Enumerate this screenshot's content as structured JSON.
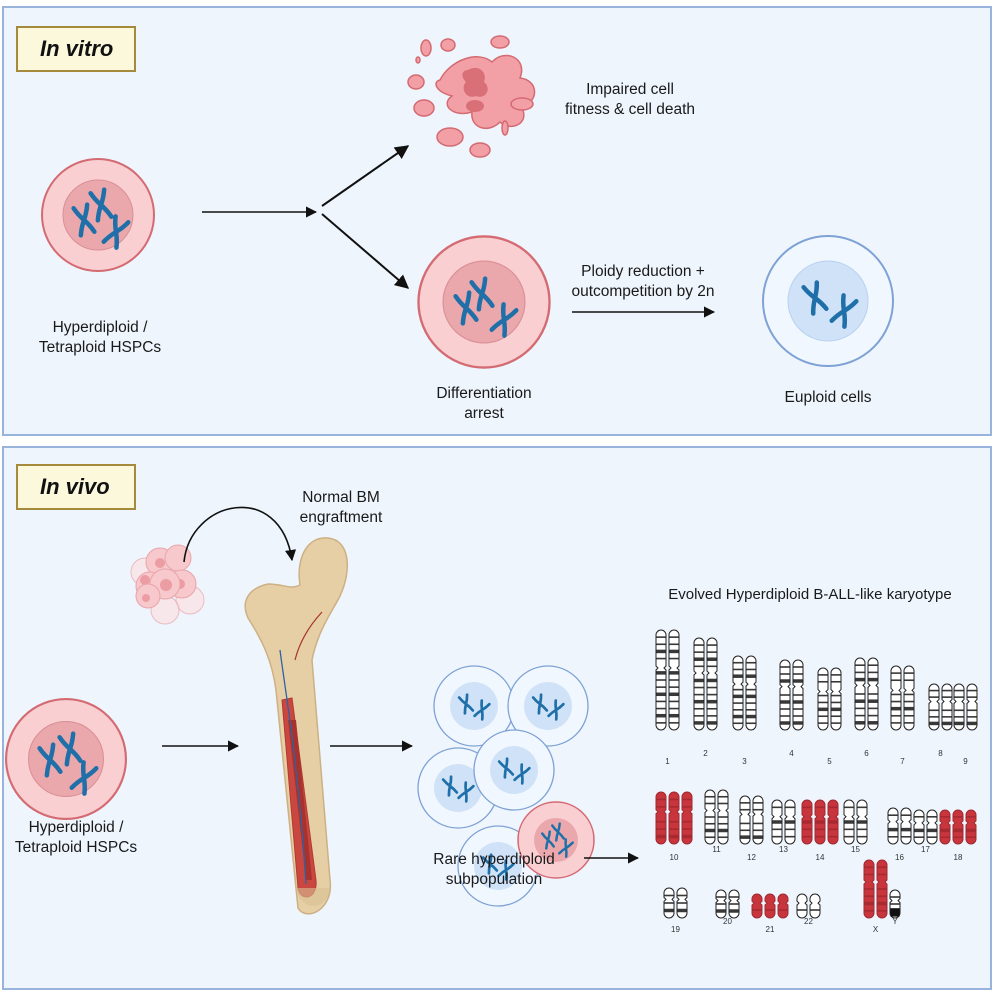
{
  "top_panel": {
    "tag": "In vitro",
    "start_label": "Hyperdiploid /\nTetraploid HSPCs",
    "death_label": "Impaired cell\nfitness & cell death",
    "arrest_label": "Differentiation\narrest",
    "reduction_label": "Ploidy reduction +\noutcompetition by 2n",
    "euploid_label": "Euploid cells"
  },
  "bottom_panel": {
    "tag": "In vivo",
    "start_label": "Hyperdiploid /\nTetraploid HSPCs",
    "engraftment_label": "Normal BM\nengraftment",
    "subpop_label": "Rare hyperdiploid\nsubpopulation",
    "karyotype_title": "Evolved Hyperdiploid B-ALL-like karyotype",
    "karyotype": {
      "row1": [
        {
          "label": "1",
          "copies": 2,
          "gained": false
        },
        {
          "label": "2",
          "copies": 2,
          "gained": false
        },
        {
          "label": "3",
          "copies": 2,
          "gained": false
        },
        {
          "label": "4",
          "copies": 2,
          "gained": false
        },
        {
          "label": "5",
          "copies": 2,
          "gained": false
        },
        {
          "label": "6",
          "copies": 2,
          "gained": false
        },
        {
          "label": "7",
          "copies": 2,
          "gained": false
        },
        {
          "label": "8",
          "copies": 2,
          "gained": false
        },
        {
          "label": "9",
          "copies": 2,
          "gained": false
        }
      ],
      "row2": [
        {
          "label": "10",
          "copies": 3,
          "gained": true
        },
        {
          "label": "11",
          "copies": 2,
          "gained": false
        },
        {
          "label": "12",
          "copies": 2,
          "gained": false
        },
        {
          "label": "13",
          "copies": 2,
          "gained": false
        },
        {
          "label": "14",
          "copies": 3,
          "gained": true
        },
        {
          "label": "15",
          "copies": 2,
          "gained": false
        },
        {
          "label": "16",
          "copies": 2,
          "gained": false
        },
        {
          "label": "17",
          "copies": 2,
          "gained": false
        },
        {
          "label": "18",
          "copies": 3,
          "gained": true
        }
      ],
      "row3": [
        {
          "label": "19",
          "copies": 2,
          "gained": false
        },
        {
          "label": "20",
          "copies": 2,
          "gained": false
        },
        {
          "label": "21",
          "copies": 3,
          "gained": true
        },
        {
          "label": "22",
          "copies": 2,
          "gained": false
        },
        {
          "label": "X",
          "copies": 2,
          "gained": true
        },
        {
          "label": "Y",
          "copies": 1,
          "gained": false
        }
      ]
    }
  },
  "colors": {
    "panel_bg": "#eef5fd",
    "panel_border": "#98b4dc",
    "tag_bg": "#fbf8dc",
    "tag_border": "#a68a3c",
    "pink_cell": "#f9cfd2",
    "pink_border": "#d46a72",
    "pink_nucleus": "#eaa8ad",
    "blue_cell": "#f1f7fe",
    "blue_border": "#7ea2d6",
    "blue_nucleus": "#cfe2f8",
    "chromosome": "#1f6fa8",
    "gained_chromosome": "#c8353c",
    "bone": "#e6cfa5",
    "marrow": "#c9473f"
  }
}
